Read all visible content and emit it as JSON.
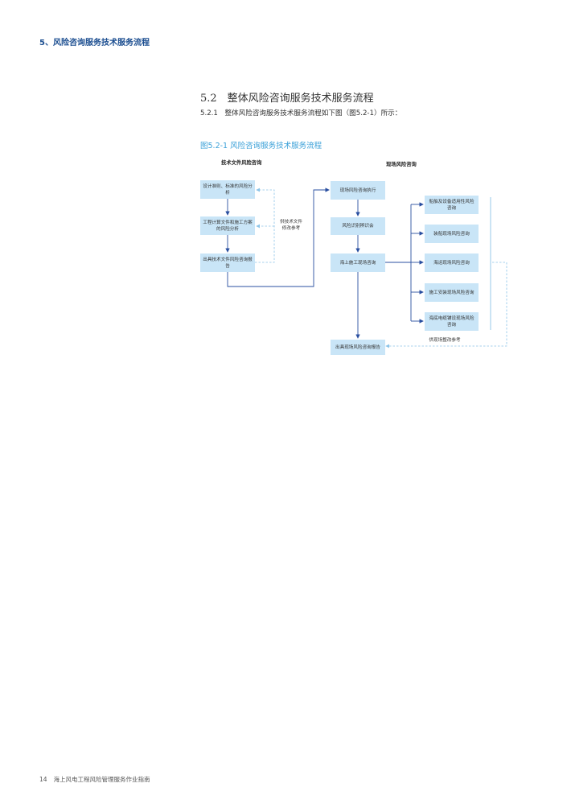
{
  "header": {
    "chapter": "5、风险咨询服务技术服务流程"
  },
  "section": {
    "title": "5.2　整体风险咨询服务技术服务流程",
    "subtitle": "5.2.1　整体风险咨询服务技术服务流程如下图（图5.2-1）所示："
  },
  "figure": {
    "caption": "图5.2-1  风险咨询服务技术服务流程",
    "left_title": "技术文件风险咨询",
    "right_title": "现场风险咨询",
    "left_boxes": [
      "设计准则、标准的风险分析",
      "工程计算文件和施工方案的风险分析",
      "出具技术文件风险咨询报告"
    ],
    "left_feedback": "供技术文件修改参考",
    "center_boxes": [
      "现场风险咨询执行",
      "风险识别辨识会",
      "海上施工现场咨询",
      "出具现场风险咨询报告"
    ],
    "right_boxes": [
      "船舶及设备适用性风险咨询",
      "装船现场风险咨询",
      "海运现场风险咨询",
      "施工安装现场风险咨询",
      "海底电缆铺设现场风险咨询"
    ],
    "right_feedback": "供现场整改参考"
  },
  "footer": {
    "page": "14",
    "text": "海上风电工程风险管理服务作业指南"
  },
  "colors": {
    "accent": "#1d4f91",
    "box": "#c9e5f7",
    "line": "#2a4fa0",
    "caption": "#3aa0d8"
  }
}
